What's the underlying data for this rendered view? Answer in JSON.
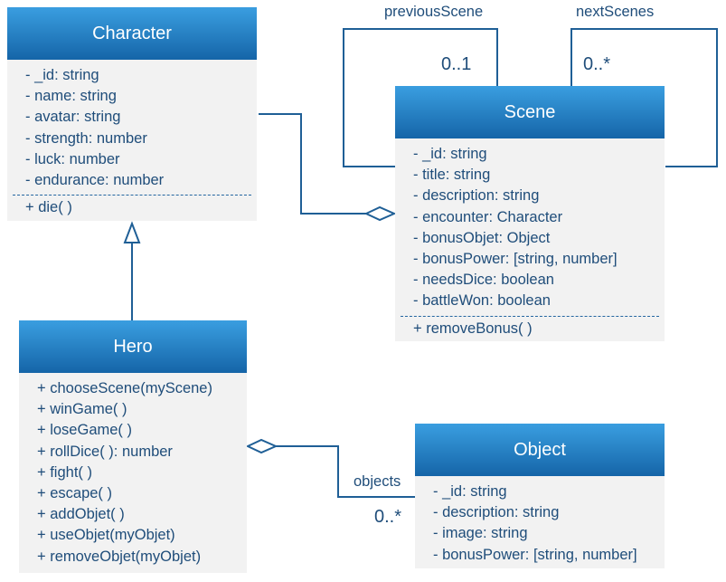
{
  "classes": {
    "character": {
      "name": "Character",
      "attributes": [
        "- _id: string",
        "- name: string",
        "- avatar: string",
        "- strength: number",
        "- luck: number",
        "- endurance: number"
      ],
      "methods": [
        "+ die( )"
      ]
    },
    "scene": {
      "name": "Scene",
      "attributes": [
        "- _id: string",
        "- title: string",
        "- description: string",
        "- encounter: Character",
        "- bonusObjet: Object",
        "- bonusPower: [string, number]",
        "- needsDice: boolean",
        "- battleWon: boolean"
      ],
      "methods": [
        "+ removeBonus( )"
      ]
    },
    "hero": {
      "name": "Hero",
      "attributes": [],
      "methods": [
        "+ chooseScene(myScene)",
        "+ winGame( )",
        "+ loseGame( )",
        "+ rollDice( ): number",
        "+ fight( )",
        "+ escape( )",
        "+ addObjet( )",
        "+ useObjet(myObjet)",
        "+ removeObjet(myObjet)"
      ]
    },
    "object": {
      "name": "Object",
      "attributes": [
        "- _id: string",
        "- description: string",
        "- image: string",
        "- bonusPower: [string, number]"
      ],
      "methods": []
    }
  },
  "associations": {
    "previous_scene": {
      "role": "previousScene",
      "multiplicity": "0..1"
    },
    "next_scenes": {
      "role": "nextScenes",
      "multiplicity": "0..*"
    },
    "objects": {
      "role": "objects",
      "multiplicity": "0..*"
    }
  },
  "colors": {
    "header_top": "#3a9ee0",
    "header_bottom": "#1565a8",
    "body": "#f2f2f2",
    "text": "#1f4d7a",
    "line": "#1f5f96"
  }
}
